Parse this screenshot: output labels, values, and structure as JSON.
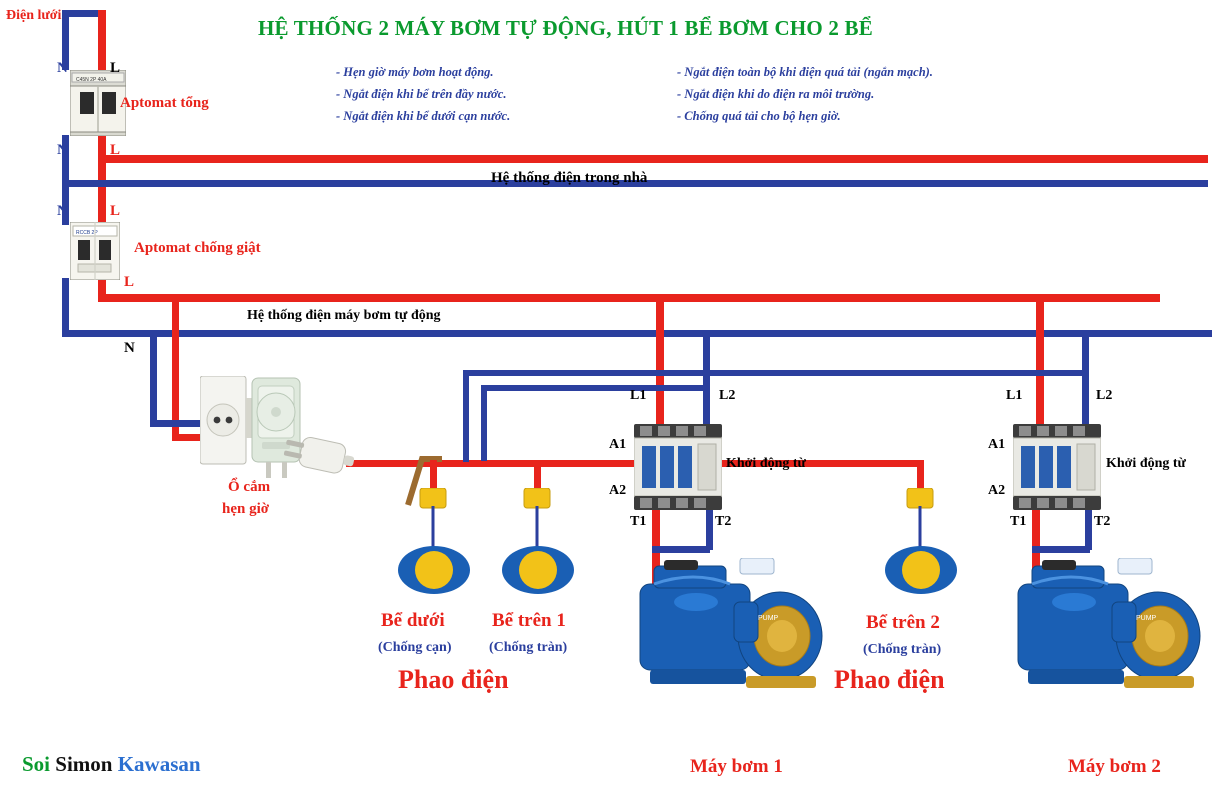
{
  "title": "HỆ THỐNG 2 MÁY BƠM TỰ ĐỘNG, HÚT 1 BỂ BƠM CHO 2 BỂ",
  "notes_left": [
    "- Hẹn giờ máy bơm hoạt động.",
    "- Ngắt điện khi bể trên đầy nước.",
    "- Ngắt điện khi bể dưới cạn nước."
  ],
  "notes_right": [
    "- Ngắt điện toàn bộ khi điện quá tải (ngắn mạch).",
    "- Ngắt điện khi do điện ra môi trường.",
    "- Chống quá tải cho bộ hẹn giờ."
  ],
  "labels": {
    "grid": "Điện lưới",
    "main_breaker": "Aptomat tổng",
    "rcd_breaker": "Aptomat chống giật",
    "house_line": "Hệ thống điện trong nhà",
    "pump_line": "Hệ thống điện máy bơm tự động",
    "timer_socket_1": "Ổ cắm",
    "timer_socket_2": "hẹn giờ",
    "float_low": "Bể dưới",
    "float_low_sub": "(Chống cạn)",
    "float_up1": "Bể trên 1",
    "float_up1_sub": "(Chống tràn)",
    "float_up2": "Bể trên 2",
    "float_up2_sub": "(Chống tràn)",
    "phao_1": "Phao điện",
    "phao_2": "Phao điện",
    "contactor_1": "Khởi động từ",
    "contactor_2": "Khởi động từ",
    "pump_1": "Máy bơm 1",
    "pump_2": "Máy bơm 2"
  },
  "terminals": {
    "n": "N",
    "l": "L",
    "l1": "L1",
    "l2": "L2",
    "a1": "A1",
    "a2": "A2",
    "t1": "T1",
    "t2": "T2"
  },
  "signature": {
    "part1": "Soi ",
    "part2": "Simon ",
    "part3": "Kawasan"
  },
  "colors": {
    "live": "#e8241c",
    "neutral": "#2b3f9e",
    "title": "#0a9a2e",
    "pump_blue": "#1a5fb4"
  }
}
